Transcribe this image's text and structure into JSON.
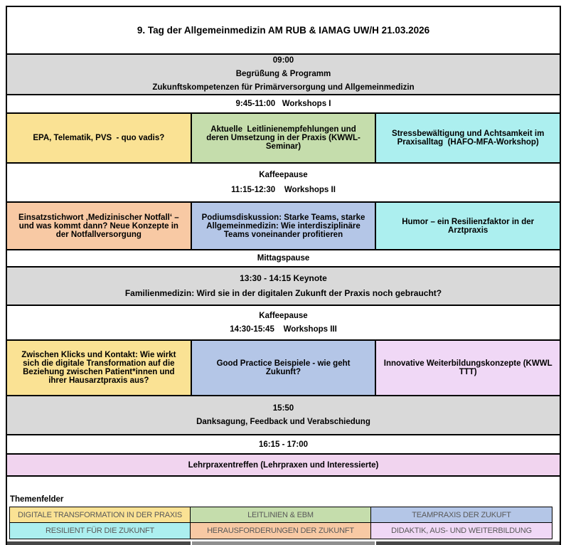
{
  "palette": {
    "row_gray": "#D9D9D9",
    "yellow": "#FAE294",
    "green": "#C5DDAC",
    "cyan": "#ACEFEF",
    "orange": "#F8C9A4",
    "blue": "#B4C6E7",
    "lilac": "#F0D8F6",
    "pink": "#F1D4EF",
    "legend_text": "#595959",
    "border": "#000000"
  },
  "header": {
    "title": "9. Tag der Allgemeinmedizin AM RUB & IAMAG UW/H 21.03.2026"
  },
  "opening": {
    "time": "09:00",
    "line1": "Begrüßung & Programm",
    "line2": "Zukunftskompetenzen für Primärversorgung und Allgemeinmedizin"
  },
  "workshops1": {
    "header": "9:45-11:00   Workshops I",
    "cells": [
      {
        "label": "EPA, Telematik, PVS  - quo vadis?",
        "color": "#FAE294"
      },
      {
        "label": "Aktuelle  Leitlinienempfehlungen und deren Umsetzung in der Praxis (KWWL-Seminar)",
        "color": "#C5DDAC"
      },
      {
        "label": "Stressbewältigung und Achtsamkeit im Praxisalltag  (HAFO-MFA-Workshop)",
        "color": "#ACEFEF"
      }
    ]
  },
  "break1": {
    "line1": "Kaffeepause",
    "line2": "11:15-12:30    Workshops II"
  },
  "workshops2": {
    "cells": [
      {
        "label": "Einsatzstichwort ‚Medizinischer Notfall‘ – und was kommt dann? Neue Konzepte in der Notfallversorgung",
        "color": "#F8C9A4"
      },
      {
        "label": "Podiumsdiskussion: Starke Teams, starke Allgemeinmedizin: Wie interdisziplinäre Teams voneinander profitieren",
        "color": "#B4C6E7"
      },
      {
        "label": "Humor – ein Resilienzfaktor in der Arztpraxis",
        "color": "#ACEFEF"
      }
    ]
  },
  "lunch": {
    "label": "Mittagspause"
  },
  "keynote": {
    "line1": "13:30 - 14:15 Keynote",
    "line2": "Familienmedizin: Wird sie in der digitalen Zukunft der Praxis noch gebraucht?"
  },
  "break2": {
    "line1": "Kaffeepause",
    "line2": "14:30-15:45    Workshops III"
  },
  "workshops3": {
    "cells": [
      {
        "label": "Zwischen Klicks und Kontakt: Wie wirkt sich die digitale Transformation auf die Beziehung zwischen Patient*innen und ihrer Hausarztpraxis aus?",
        "color": "#FAE294"
      },
      {
        "label": "Good Practice Beispiele - wie geht Zukunft?",
        "color": "#B4C6E7"
      },
      {
        "label": "Innovative Weiterbildungskonzepte (KWWL TTT)",
        "color": "#F0D8F6"
      }
    ]
  },
  "closing": {
    "time": "15:50",
    "label": "Danksagung, Feedback und Verabschiedung"
  },
  "evening": {
    "time": "16:15 - 17:00",
    "label": "Lehrpraxentreffen (Lehrpraxen und Interessierte)",
    "color": "#F1D4EF"
  },
  "legend": {
    "title": "Themenfelder",
    "items": [
      {
        "label": "DIGITALE TRANSFORMATION IN DER PRAXIS",
        "color": "#FAE294"
      },
      {
        "label": "LEITLINIEN & EBM",
        "color": "#C5DDAC"
      },
      {
        "label": "TEAMPRAXIS DER ZUKUFT",
        "color": "#B4C6E7"
      },
      {
        "label": "RESILIENT FÜR DIE ZUKUNFT",
        "color": "#ACEFEF"
      },
      {
        "label": "HERAUSFORDERUNGEN DER ZUKUNFT",
        "color": "#F8C9A4"
      },
      {
        "label": "DIDAKTIK, AUS- UND WEITERBILDUNG",
        "color": "#F0D8F6"
      }
    ]
  }
}
